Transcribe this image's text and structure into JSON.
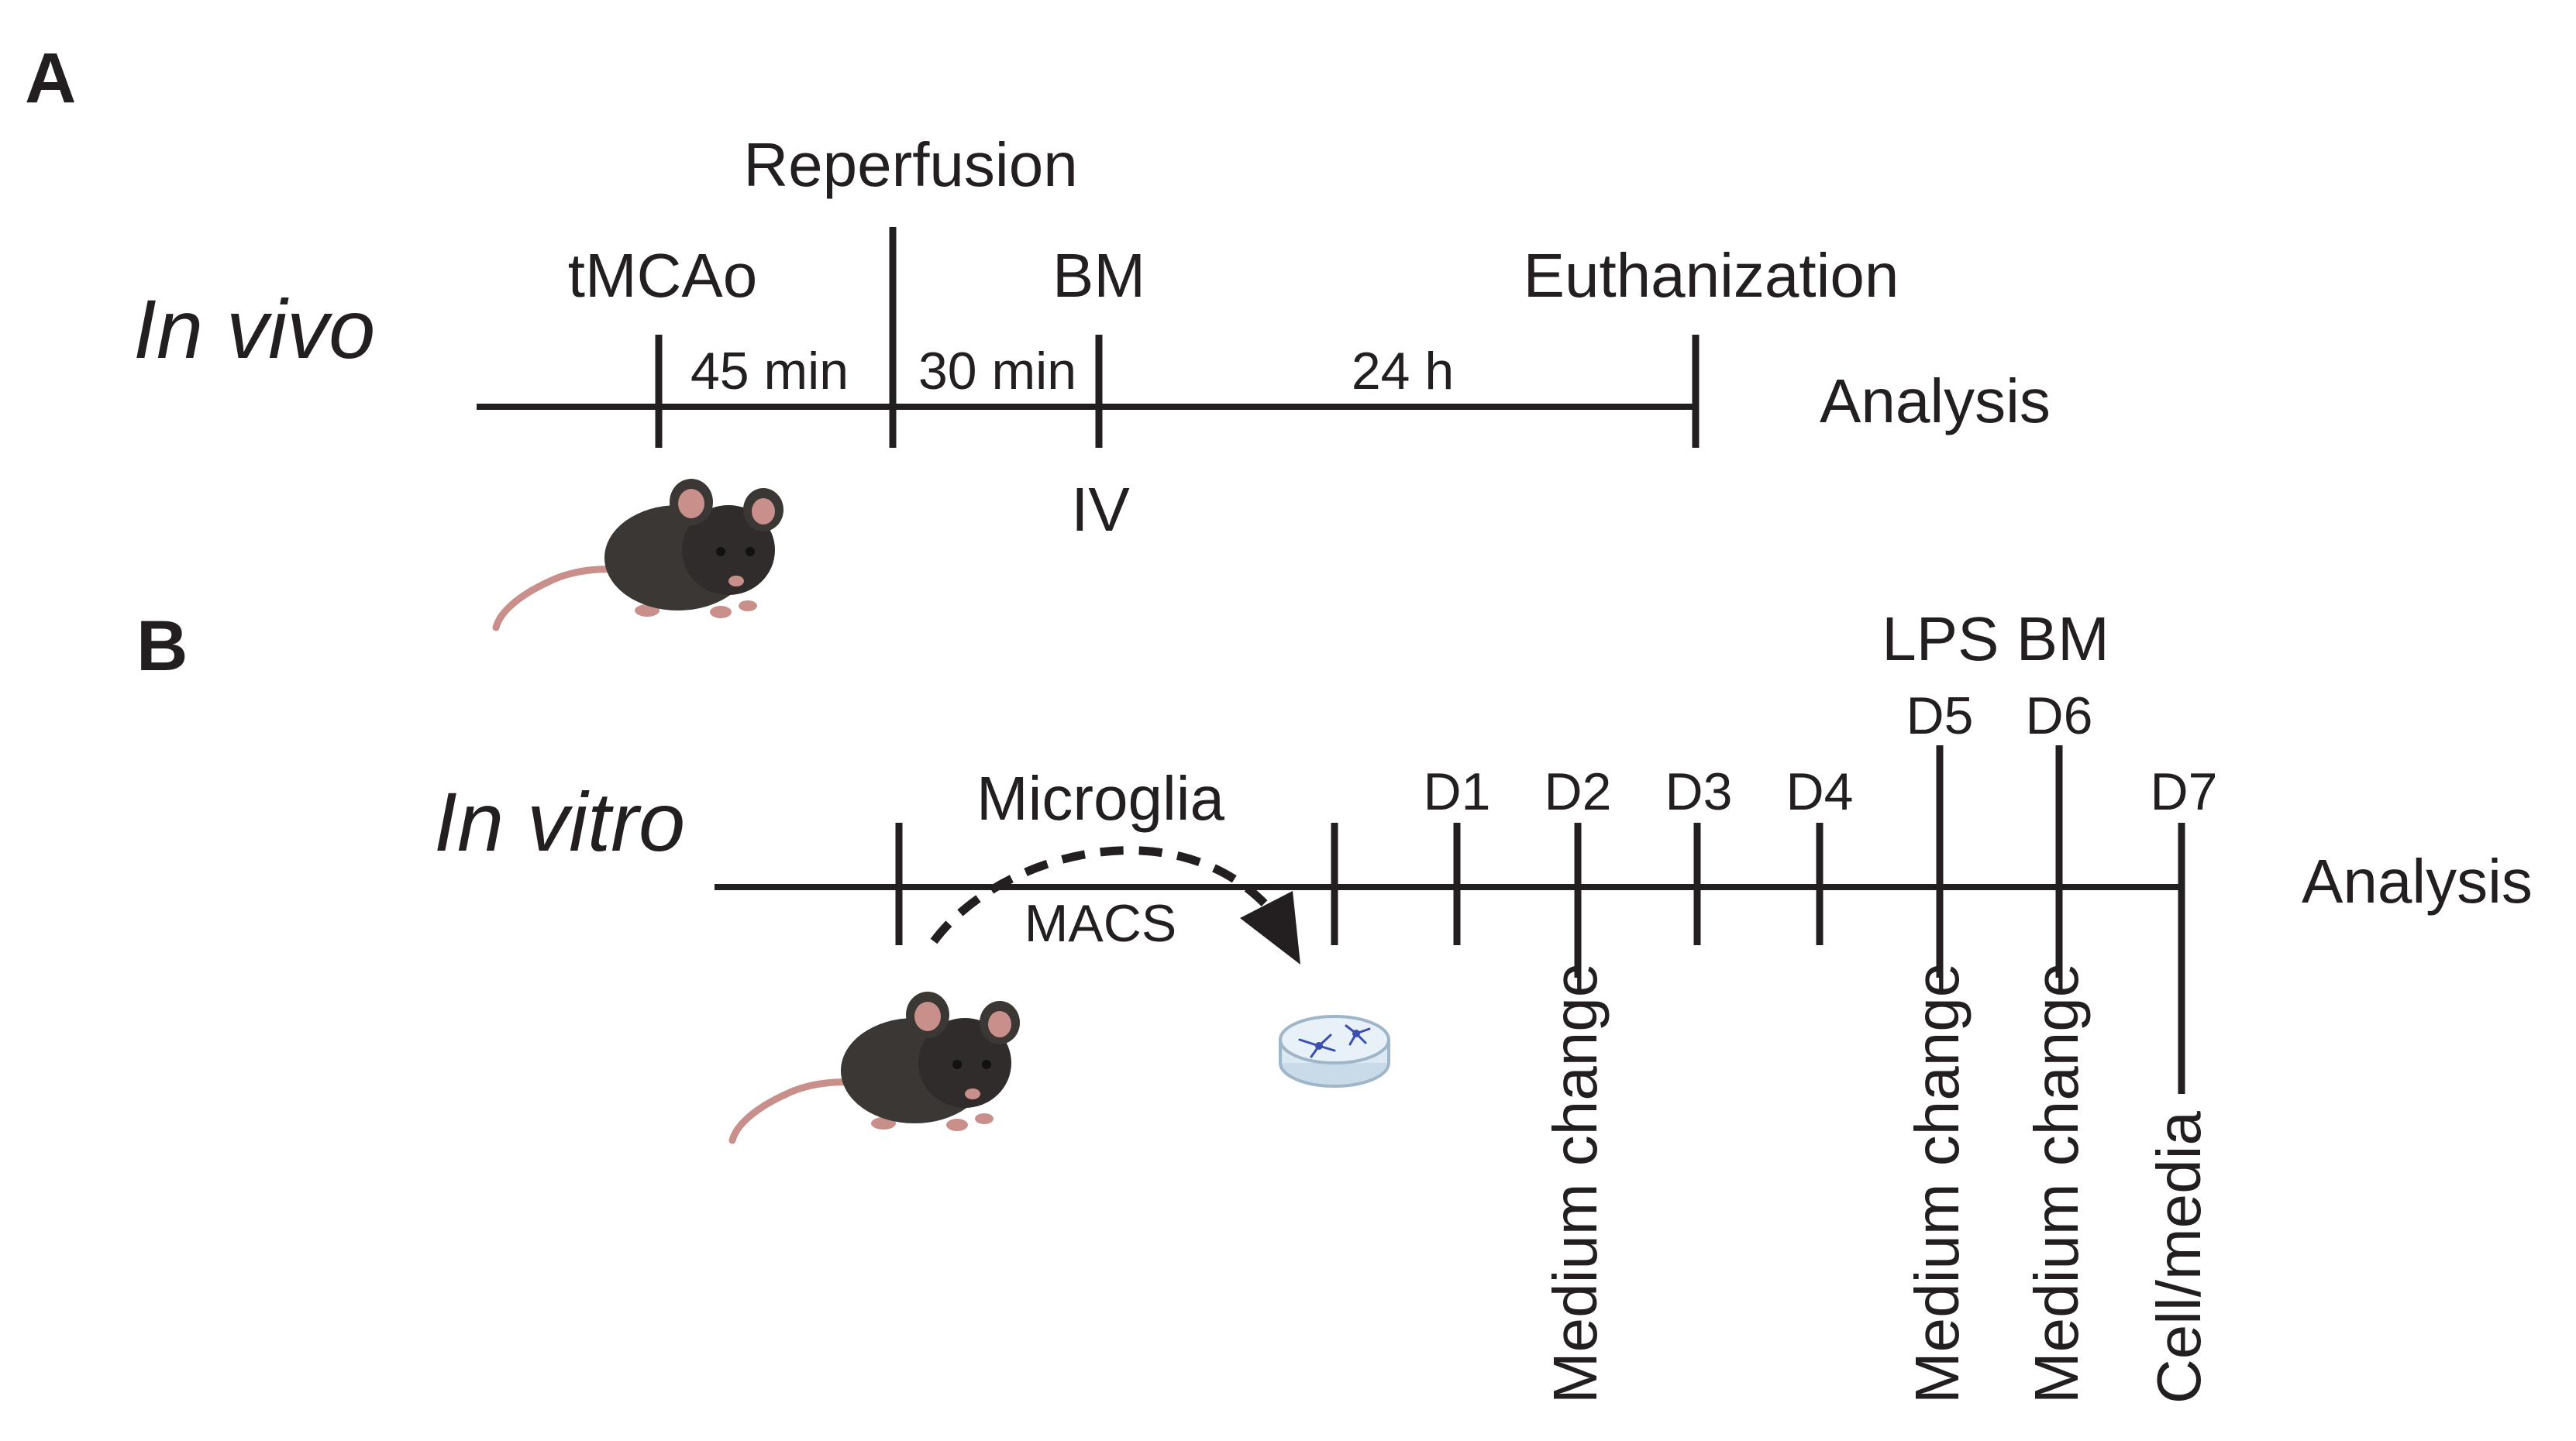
{
  "panels": {
    "a": {
      "panel_label": "A",
      "mode_label": "In vivo",
      "events": {
        "tmcao": "tMCAo",
        "reperfusion": "Reperfusion",
        "bm": "BM",
        "bm_route": "IV",
        "euthanization": "Euthanization"
      },
      "intervals": {
        "first": "45 min",
        "second": "30 min",
        "third": "24 h"
      },
      "end_label": "Analysis"
    },
    "b": {
      "panel_label": "B",
      "mode_label": "In vitro",
      "isolation_label": "Microglia",
      "method_label": "MACS",
      "treatment_label": "LPS BM",
      "days": [
        "D1",
        "D2",
        "D3",
        "D4",
        "D5",
        "D6",
        "D7"
      ],
      "day_notes": {
        "d2": "Medium change",
        "d5": "Medium change",
        "d6": "Medium change",
        "d7": "Cell/media"
      },
      "end_label": "Analysis"
    }
  },
  "colors": {
    "line": "#231f20",
    "mouse_body": "#3a3735",
    "mouse_pink": "#c98f8a",
    "dish_fill": "#dbe9f3",
    "dish_stroke": "#9fb6c8",
    "cell_blue": "#3a4fb0"
  },
  "icons": {
    "mouse": "mouse-icon",
    "petri_dish": "petri-dish-icon",
    "arrow": "dashed-arrow-icon"
  }
}
